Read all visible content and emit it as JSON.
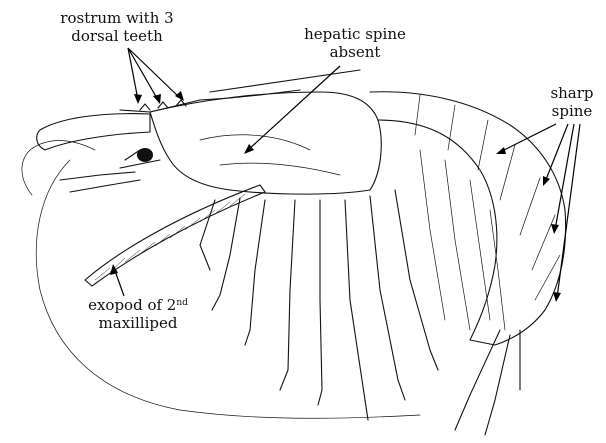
{
  "labels": {
    "rostrum_line1": "rostrum with 3",
    "rostrum_line2": "dorsal teeth",
    "hepatic_line1": "hepatic spine",
    "hepatic_line2": "absent",
    "sharp_line1": "sharp",
    "sharp_line2": "spine",
    "exopod_line1_a": "exopod of 2",
    "exopod_line1_sup": "nd",
    "exopod_line2": "maxilliped"
  }
}
